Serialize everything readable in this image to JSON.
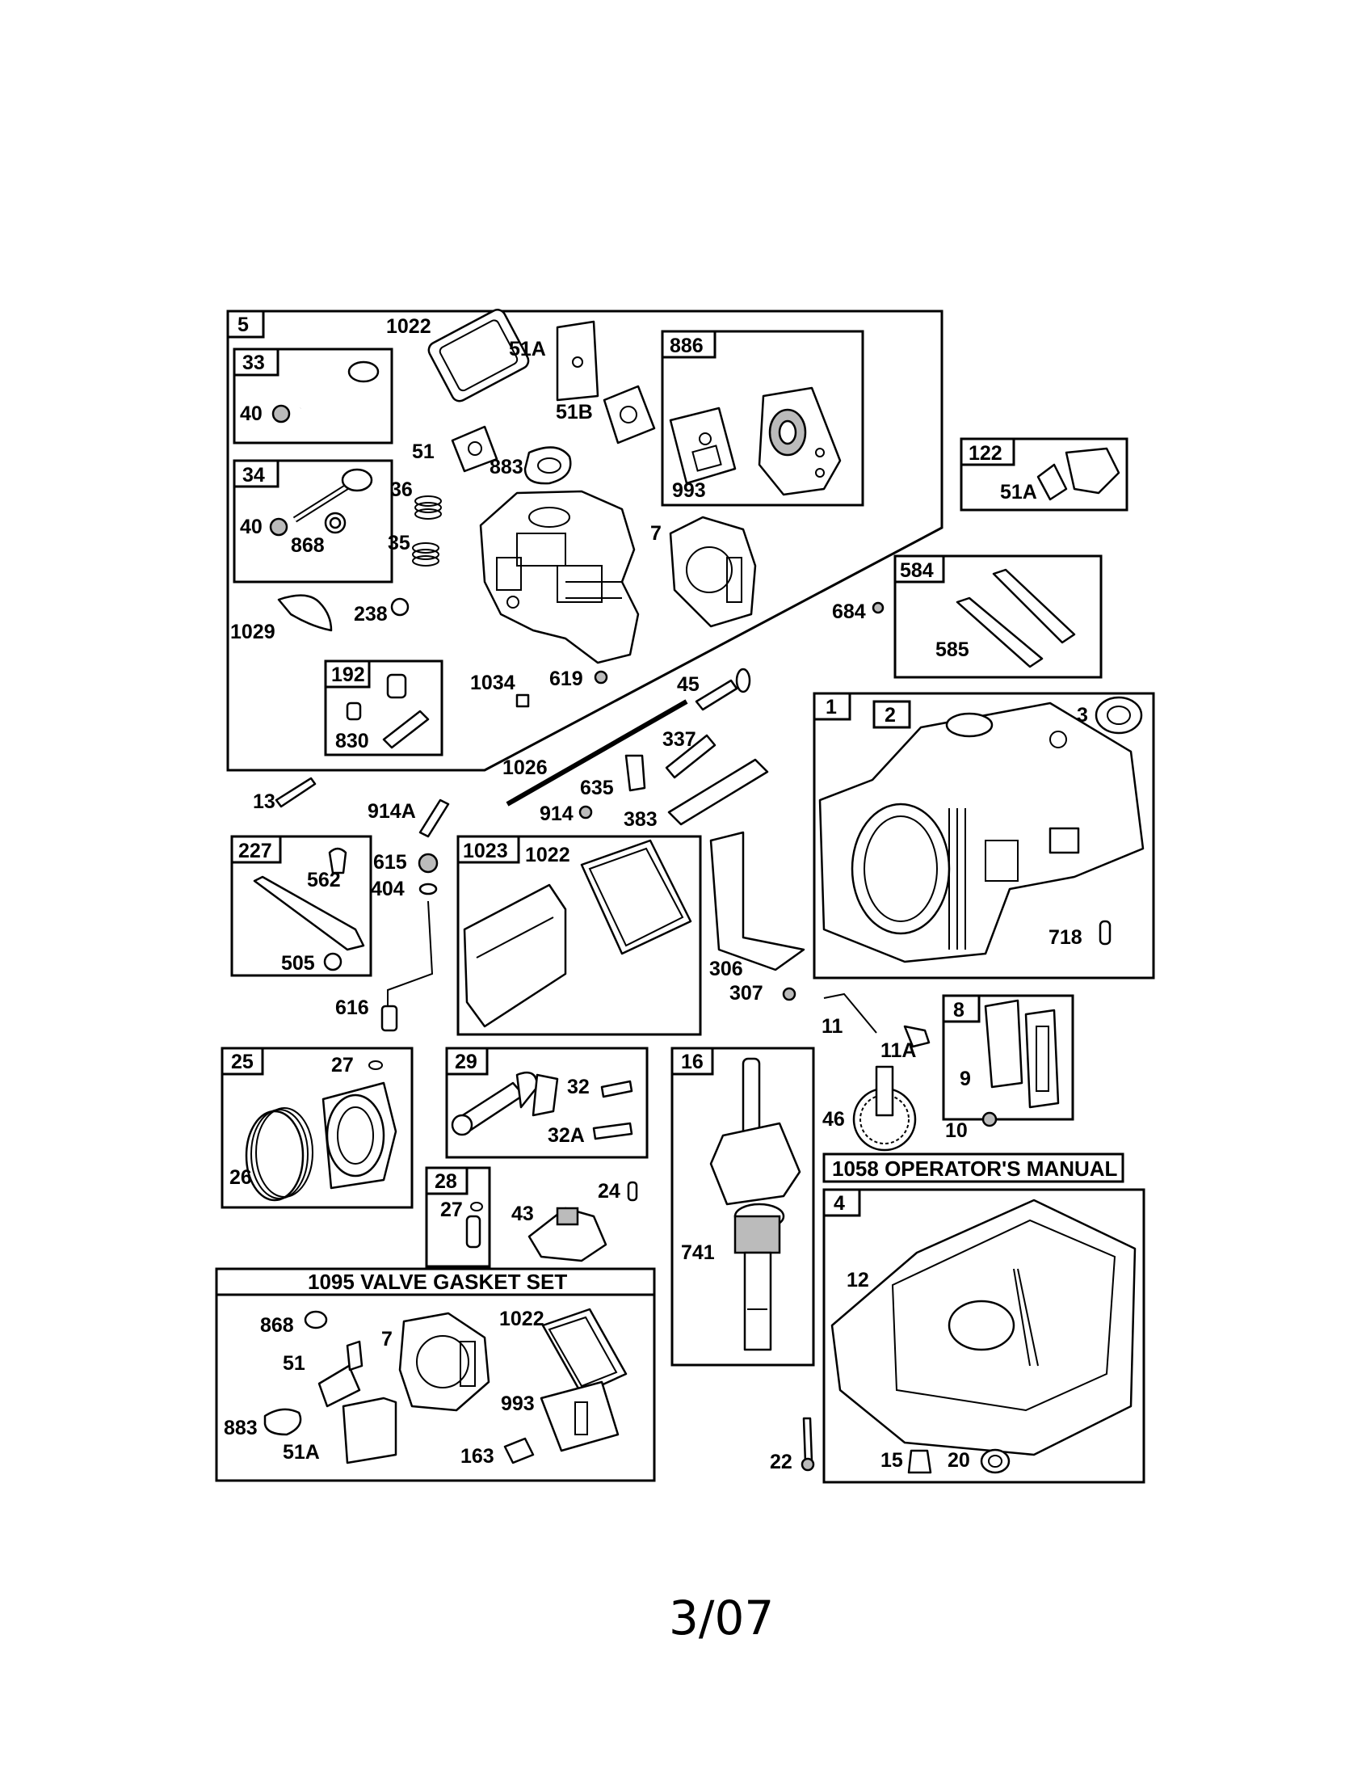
{
  "boxes": {
    "b5": "5",
    "b33": "33",
    "b34": "34",
    "b886": "886",
    "b122": "122",
    "b584": "584",
    "b192": "192",
    "b1": "1",
    "b2": "2",
    "b227": "227",
    "b1023": "1023",
    "b8": "8",
    "b25": "25",
    "b29": "29",
    "b16": "16",
    "b28": "28",
    "b4": "4"
  },
  "titles": {
    "manual": "1058 OPERATOR'S MANUAL",
    "gasket_set": "1095 VALVE GASKET SET"
  },
  "labels": {
    "l1022a": "1022",
    "l51Aa": "51A",
    "l40a": "40",
    "l51Ba": "51B",
    "l51a": "51",
    "l883a": "883",
    "l993a": "993",
    "l40b": "40",
    "l36": "36",
    "l868a": "868",
    "l35": "35",
    "l7a": "7",
    "l51Ab": "51A",
    "l684": "684",
    "l585": "585",
    "l1029": "1029",
    "l238": "238",
    "l1034": "1034",
    "l619": "619",
    "l45": "45",
    "l830": "830",
    "l3": "3",
    "l337": "337",
    "l1026": "1026",
    "l635": "635",
    "l13": "13",
    "l914A": "914A",
    "l914": "914",
    "l383": "383",
    "l562": "562",
    "l615": "615",
    "l404": "404",
    "l1022b": "1022",
    "l718": "718",
    "l505": "505",
    "l306": "306",
    "l616": "616",
    "l307": "307",
    "l11": "11",
    "l11A": "11A",
    "l27a": "27",
    "l32": "32",
    "l9": "9",
    "l46": "46",
    "l32A": "32A",
    "l10": "10",
    "l26": "26",
    "l24": "24",
    "l27b": "27",
    "l43": "43",
    "l741": "741",
    "l12": "12",
    "l868b": "868",
    "l7b": "7",
    "l1022c": "1022",
    "l51b": "51",
    "l993b": "993",
    "l883b": "883",
    "l51Ac": "51A",
    "l163": "163",
    "l22": "22",
    "l15": "15",
    "l20": "20"
  },
  "footer": "3/07"
}
